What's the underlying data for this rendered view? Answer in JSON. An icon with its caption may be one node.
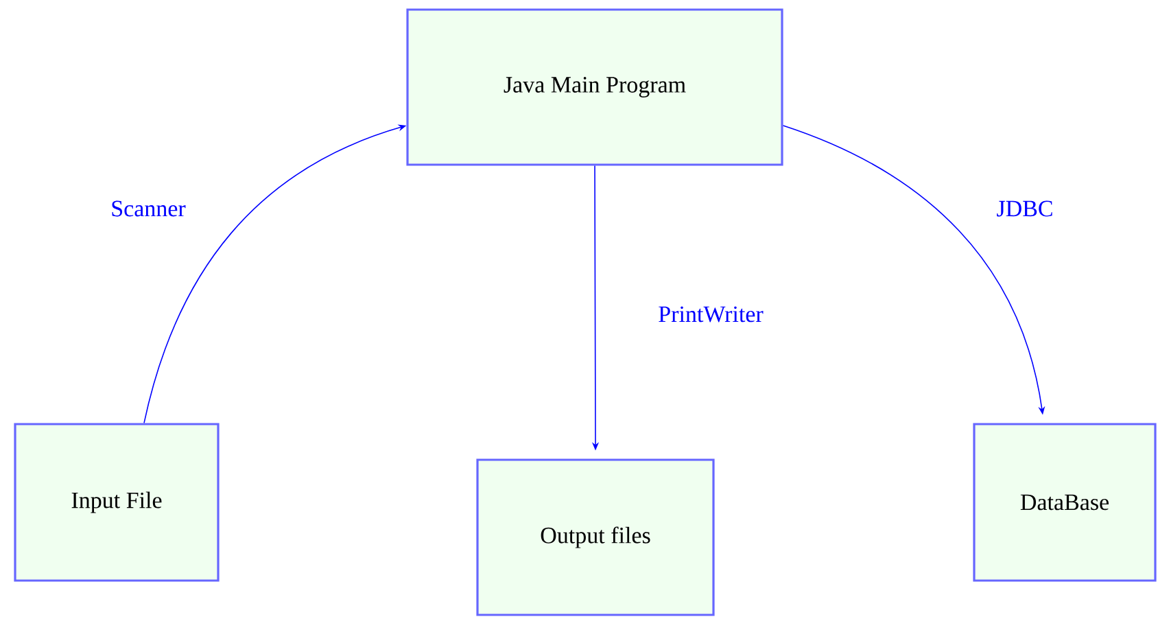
{
  "diagram": {
    "nodes": [
      {
        "text": [
          "Java Main Program"
        ]
      },
      {
        "text": [
          "Input File"
        ]
      },
      {
        "text": [
          "Output files"
        ]
      },
      {
        "text": [
          "DataBase"
        ]
      }
    ],
    "edges": [
      {
        "from": 1,
        "to": 0,
        "arrow": "to",
        "label": "Scanner"
      },
      {
        "from": 0,
        "to": 2,
        "arrow": "to",
        "label": "PrintWriter"
      },
      {
        "from": 0,
        "to": 3,
        "arrow": "to",
        "label": "JDBC"
      }
    ]
  }
}
